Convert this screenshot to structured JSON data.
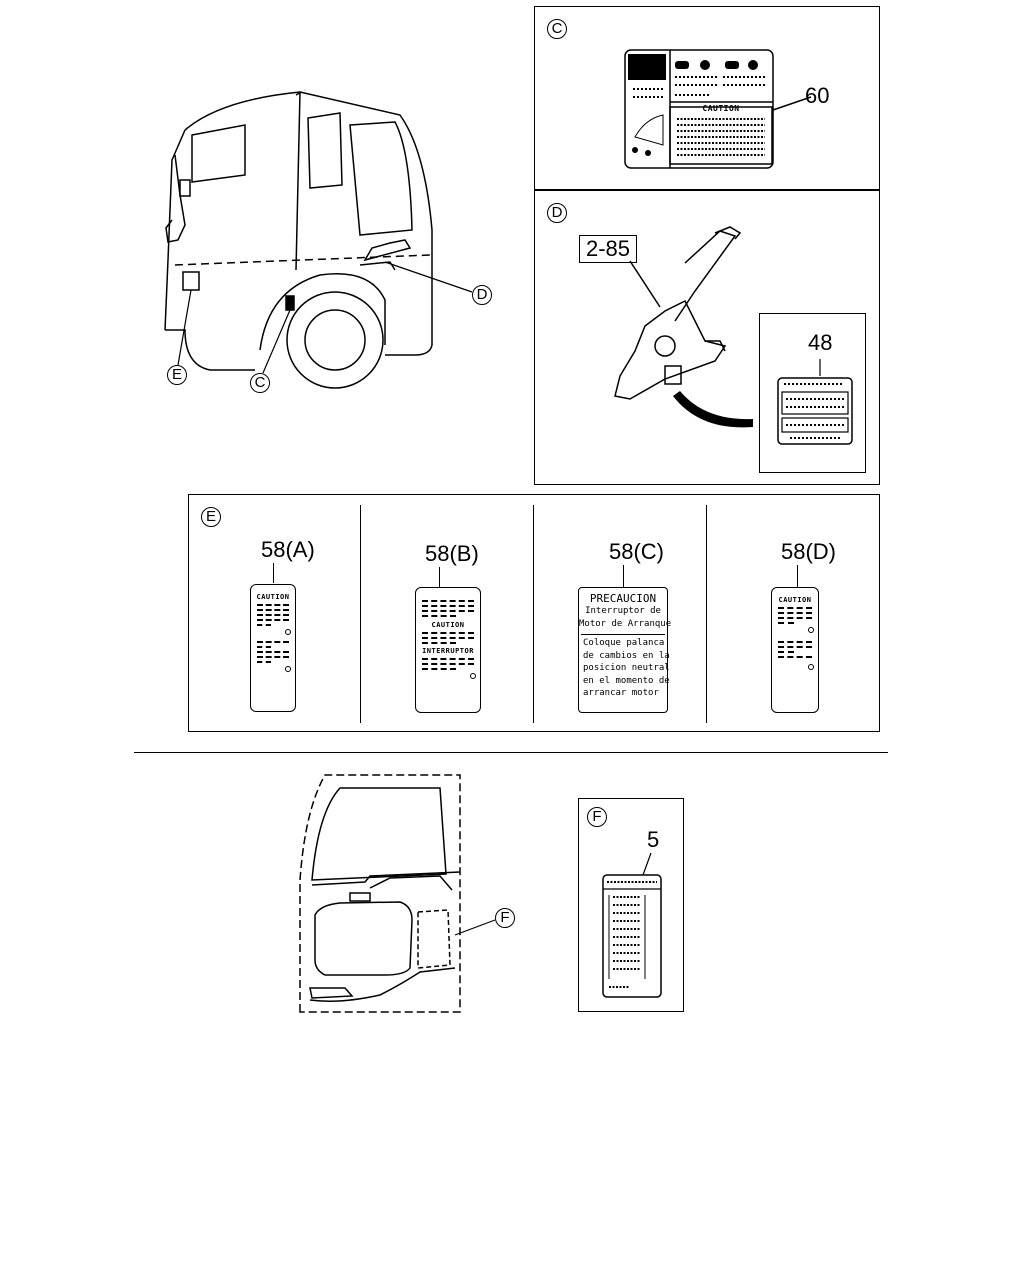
{
  "callouts": {
    "c": "C",
    "d": "D",
    "e": "E",
    "f": "F"
  },
  "panel_c": {
    "marker": "C",
    "part": "60",
    "label_heading": "CAUTION"
  },
  "panel_d": {
    "marker": "D",
    "ref": "2-85",
    "part": "48"
  },
  "panel_e": {
    "marker": "E",
    "labels": [
      {
        "part": "58(A)",
        "heading": "CAUTION"
      },
      {
        "part": "58(B)",
        "heading": "CAUTION",
        "heading2": "INTERRUPTOR"
      },
      {
        "part": "58(C)",
        "title": "PRECAUCION",
        "subtitle": [
          "Interruptor de",
          "Motor de Arranque"
        ],
        "body": [
          "Coloque palanca",
          "de cambios en la",
          "posicion neutral",
          "en el momento de",
          "arrancar motor"
        ]
      },
      {
        "part": "58(D)",
        "heading": "CAUTION"
      }
    ]
  },
  "panel_f": {
    "marker": "F",
    "part": "5"
  }
}
